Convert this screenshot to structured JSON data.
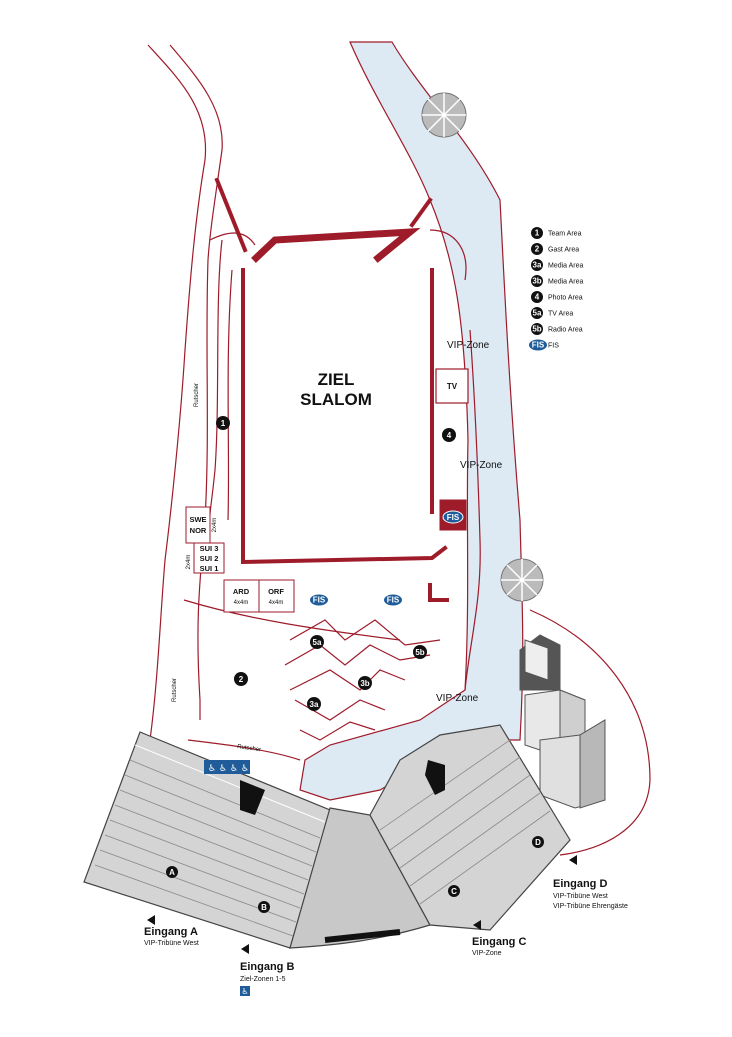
{
  "finish_area": {
    "line1": "ZIEL",
    "line2": "SLALOM"
  },
  "zones": {
    "vip_top": "VIP-Zone",
    "vip_mid": "VIP-Zone",
    "vip_bottom": "VIP-Zone"
  },
  "booths": {
    "tv": "TV",
    "swe": "SWE",
    "nor": "NOR",
    "sui3": "SUI 3",
    "sui2": "SUI 2",
    "sui1": "SUI 1",
    "dim_2x4_a": "2x4m",
    "dim_2x4_b": "2x4m",
    "ard": "ARD",
    "ard_size": "4x4m",
    "orf": "ORF",
    "orf_size": "4x4m",
    "fis": "FIS"
  },
  "paths": {
    "rutscher_1": "Rutscher",
    "rutscher_2": "Rutscher",
    "rutscher_3": "Rutscher"
  },
  "markers": {
    "m1": "1",
    "m2": "2",
    "m3a": "3a",
    "m3b": "3b",
    "m4": "4",
    "m5a": "5a",
    "m5b": "5b",
    "tA": "A",
    "tB": "B",
    "tC": "C",
    "tD": "D"
  },
  "legend": [
    {
      "badge": "1",
      "label": "Team Area"
    },
    {
      "badge": "2",
      "label": "Gast Area"
    },
    {
      "badge": "3a",
      "label": "Media Area"
    },
    {
      "badge": "3b",
      "label": "Media Area"
    },
    {
      "badge": "4",
      "label": "Photo Area"
    },
    {
      "badge": "5a",
      "label": "TV Area"
    },
    {
      "badge": "5b",
      "label": "Radio Area"
    },
    {
      "badge": "FIS",
      "label": "FIS"
    }
  ],
  "entrances": {
    "a_title": "Eingang A",
    "a_sub": "VIP-Tribüne West",
    "b_title": "Eingang B",
    "b_sub": "Ziel-Zonen 1-5",
    "c_title": "Eingang C",
    "c_sub": "VIP-Zone",
    "d_title": "Eingang D",
    "d_sub1": "VIP-Tribüne West",
    "d_sub2": "VIP-Tribüne Ehrengäste"
  },
  "colors": {
    "route_red": "#9e1b2a",
    "river_blue": "#dde9f3",
    "stand_grey": "#d4d4d4",
    "fis_blue": "#1f5c99"
  }
}
